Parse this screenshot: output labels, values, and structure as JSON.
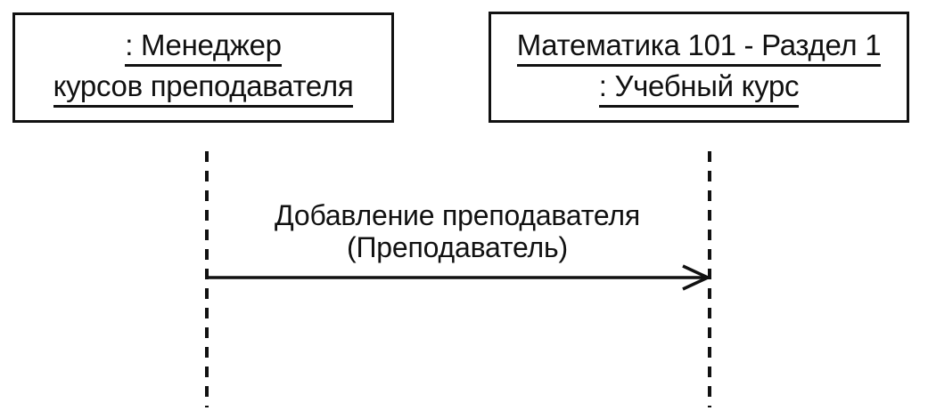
{
  "diagram": {
    "participants": [
      {
        "line1": ": Менеджер",
        "line2": "курсов преподавателя"
      },
      {
        "line1": "Математика 101 - Раздел 1",
        "line2": ": Учебный курс"
      }
    ],
    "message": {
      "line1": "Добавление преподавателя",
      "line2": "(Преподаватель)"
    },
    "colors": {
      "ink": "#111111",
      "background": "#ffffff"
    }
  }
}
